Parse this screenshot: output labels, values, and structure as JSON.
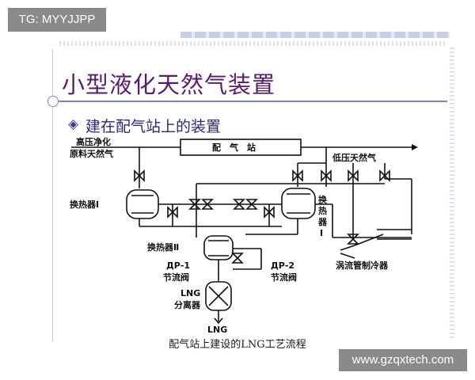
{
  "watermark": {
    "tg": "TG: MYYJJPP",
    "site": "www.gzqxtech.com"
  },
  "slide": {
    "title": "小型液化天然气装置",
    "bullet_symbol": "◈",
    "bullet_text": "建在配气站上的装置"
  },
  "diagram": {
    "inlet_line1": "高压净化",
    "inlet_line2": "原料天然气",
    "station": "配　气　站",
    "outlet": "低压天然气",
    "hx1": "换热器Ⅰ",
    "hx_side_1": "换",
    "hx_side_2": "热",
    "hx_side_3": "器",
    "hx_side_4": "Ⅰ",
    "hx2": "换热器Ⅱ",
    "jp1_a": "ДР-1",
    "jp1_b": "节流阀",
    "jp2_a": "ДР-2",
    "jp2_b": "节流阀",
    "sep_a": "LNG",
    "sep_b": "分离器",
    "lng_out": "LNG",
    "vortex": "涡流管制冷器",
    "caption": "配气站上建设的LNG工艺流程"
  }
}
